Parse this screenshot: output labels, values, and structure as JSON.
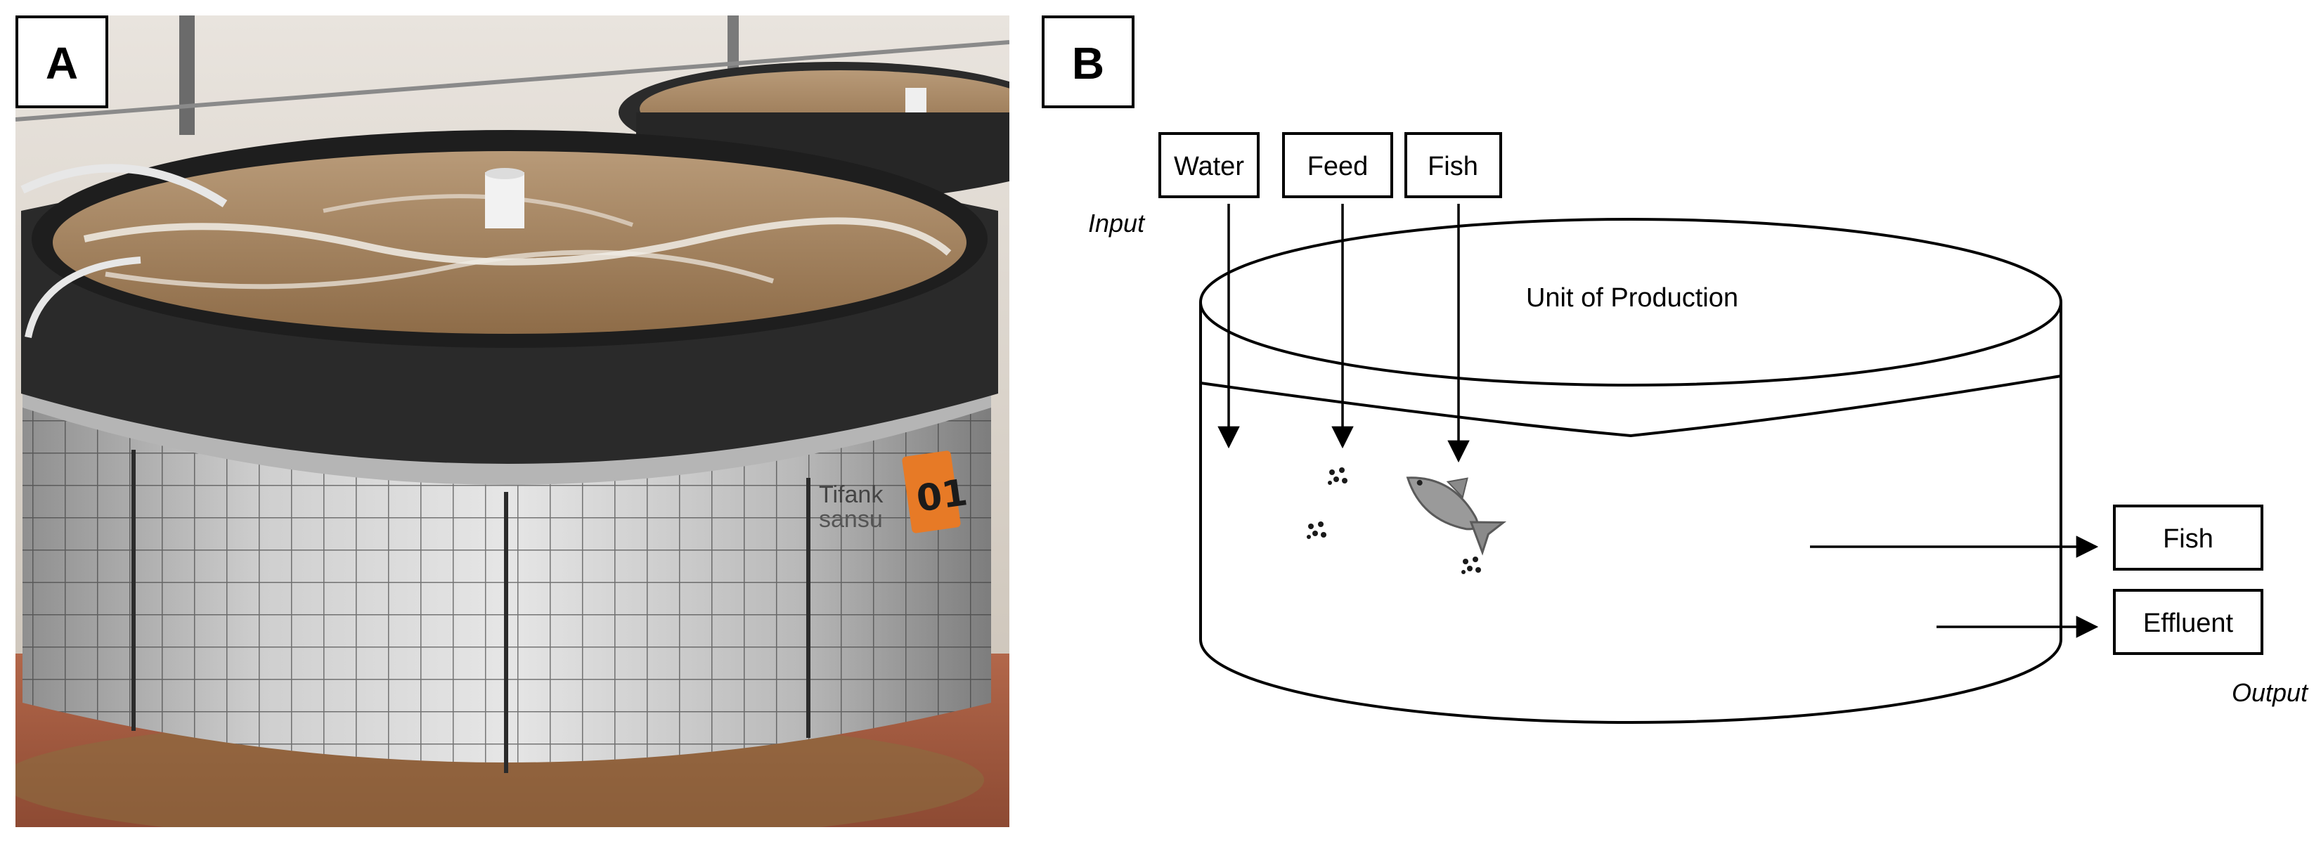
{
  "panel_a": {
    "letter": "A",
    "tank_tag": "01",
    "tank_brand": "Tifank",
    "tank_sub_brand": "sansu"
  },
  "panel_b": {
    "letter": "B",
    "input_label": "Input",
    "output_label": "Output",
    "unit_label": "Unit of Production",
    "inputs": [
      "Water",
      "Feed",
      "Fish"
    ],
    "outputs": [
      "Fish",
      "Effluent"
    ]
  }
}
